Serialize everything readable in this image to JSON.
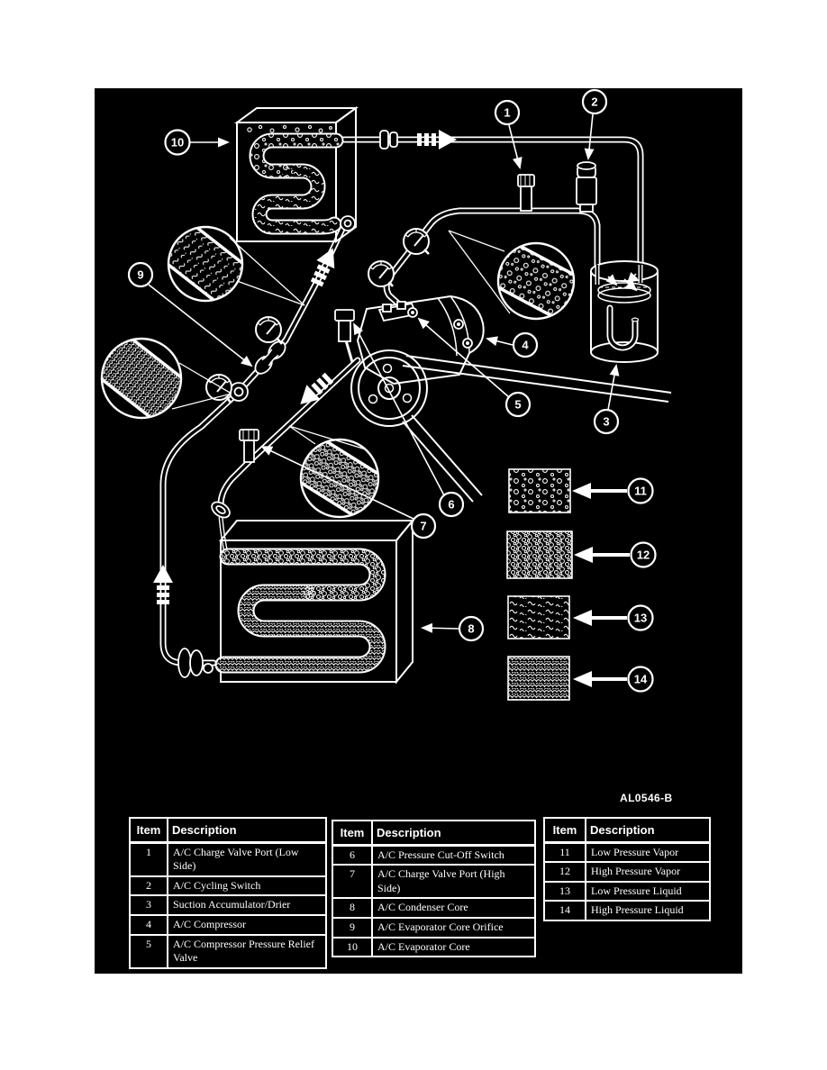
{
  "colors": {
    "page_bg": "#ffffff",
    "figure_bg": "#000000",
    "line_color": "#ffffff"
  },
  "figure": {
    "code_label": "AL0546-B",
    "callouts": [
      "1",
      "2",
      "3",
      "4",
      "5",
      "6",
      "7",
      "8",
      "9",
      "10",
      "11",
      "12",
      "13",
      "14"
    ]
  },
  "tables": [
    {
      "headers": {
        "item": "Item",
        "description": "Description"
      },
      "rows": [
        {
          "item": "1",
          "description": "A/C Charge Valve Port (Low Side)"
        },
        {
          "item": "2",
          "description": "A/C Cycling Switch"
        },
        {
          "item": "3",
          "description": "Suction Accumulator/Drier"
        },
        {
          "item": "4",
          "description": "A/C Compressor"
        },
        {
          "item": "5",
          "description": "A/C Compressor Pressure Relief Valve"
        }
      ]
    },
    {
      "headers": {
        "item": "Item",
        "description": "Description"
      },
      "rows": [
        {
          "item": "6",
          "description": "A/C Pressure Cut-Off Switch"
        },
        {
          "item": "7",
          "description": "A/C Charge Valve Port (High Side)"
        },
        {
          "item": "8",
          "description": "A/C Condenser Core"
        },
        {
          "item": "9",
          "description": "A/C Evaporator Core Orifice"
        },
        {
          "item": "10",
          "description": "A/C Evaporator Core"
        }
      ]
    },
    {
      "headers": {
        "item": "Item",
        "description": "Description"
      },
      "rows": [
        {
          "item": "11",
          "description": "Low Pressure Vapor"
        },
        {
          "item": "12",
          "description": "High Pressure Vapor"
        },
        {
          "item": "13",
          "description": "Low Pressure Liquid"
        },
        {
          "item": "14",
          "description": "High Pressure Liquid"
        }
      ]
    }
  ]
}
